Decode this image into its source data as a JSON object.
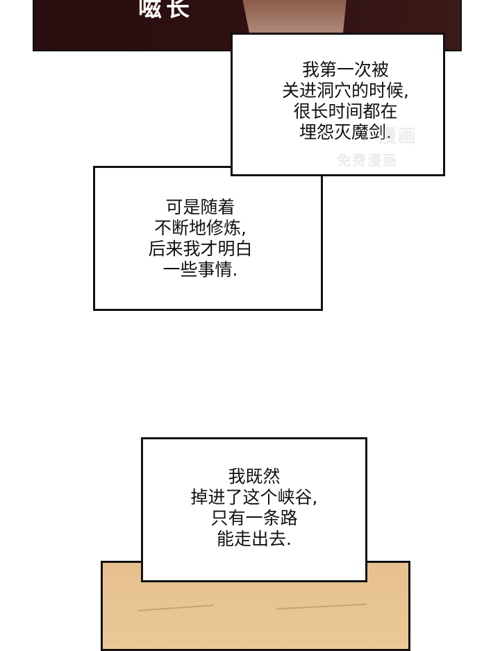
{
  "top_panel": {
    "sfx_text": "嗞长"
  },
  "caption_1": {
    "lines": [
      "我第一次被",
      "关进洞穴的时候,",
      "很长时间都在",
      "埋怨灭魔剑."
    ]
  },
  "caption_2": {
    "lines": [
      "可是随着",
      "不断地修炼,",
      "后来我才明白",
      "一些事情."
    ]
  },
  "caption_3": {
    "lines": [
      "我既然",
      "掉进了这个峡谷,",
      "只有一条路",
      "能走出去."
    ]
  },
  "watermark": {
    "lines": [
      "漫画",
      "免费漫画"
    ]
  },
  "colors": {
    "top_panel_bg": "#2a0d0e",
    "bottom_panel_bg": "#e8c494",
    "border": "#111111"
  }
}
